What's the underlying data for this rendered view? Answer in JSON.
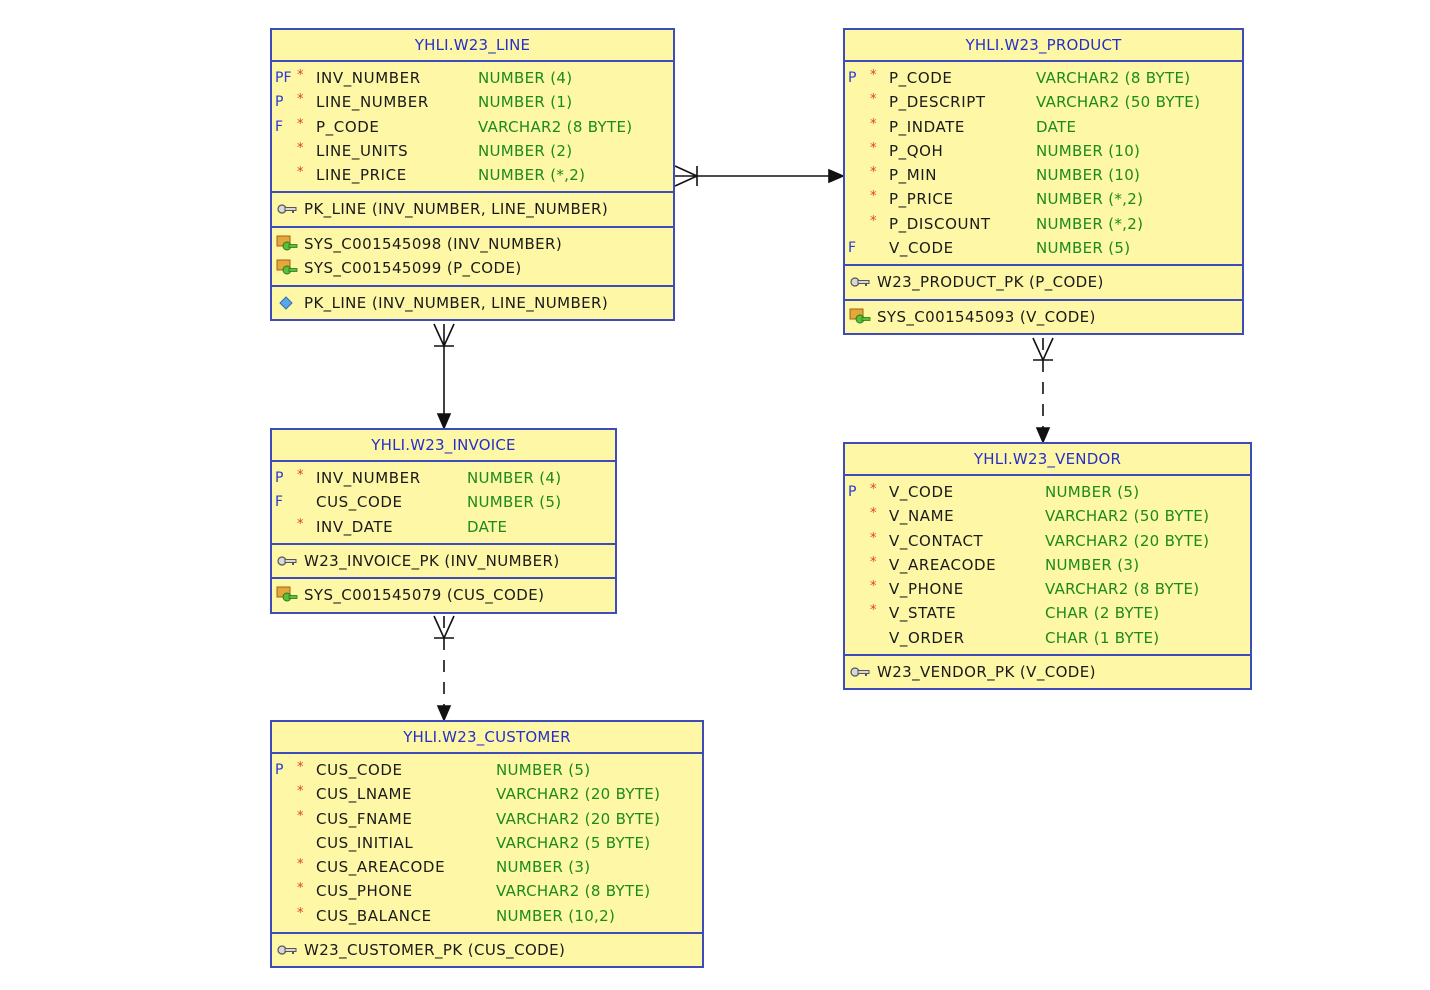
{
  "tables": {
    "line": {
      "title": "YHLI.W23_LINE",
      "columns": [
        {
          "key": "PF",
          "mandatory": "*",
          "name": "INV_NUMBER",
          "type": "NUMBER (4)"
        },
        {
          "key": "P",
          "mandatory": "*",
          "name": "LINE_NUMBER",
          "type": "NUMBER (1)"
        },
        {
          "key": "F",
          "mandatory": "*",
          "name": "P_CODE",
          "type": "VARCHAR2 (8 BYTE)"
        },
        {
          "key": "",
          "mandatory": "*",
          "name": "LINE_UNITS",
          "type": "NUMBER (2)"
        },
        {
          "key": "",
          "mandatory": "*",
          "name": "LINE_PRICE",
          "type": "NUMBER (*,2)"
        }
      ],
      "primary_key": "PK_LINE (INV_NUMBER, LINE_NUMBER)",
      "foreign_keys": [
        "SYS_C001545098 (INV_NUMBER)",
        "SYS_C001545099 (P_CODE)"
      ],
      "unique_key": "PK_LINE (INV_NUMBER, LINE_NUMBER)"
    },
    "product": {
      "title": "YHLI.W23_PRODUCT",
      "columns": [
        {
          "key": "P",
          "mandatory": "*",
          "name": "P_CODE",
          "type": "VARCHAR2 (8 BYTE)"
        },
        {
          "key": "",
          "mandatory": "*",
          "name": "P_DESCRIPT",
          "type": "VARCHAR2 (50 BYTE)"
        },
        {
          "key": "",
          "mandatory": "*",
          "name": "P_INDATE",
          "type": "DATE"
        },
        {
          "key": "",
          "mandatory": "*",
          "name": "P_QOH",
          "type": "NUMBER (10)"
        },
        {
          "key": "",
          "mandatory": "*",
          "name": "P_MIN",
          "type": "NUMBER (10)"
        },
        {
          "key": "",
          "mandatory": "*",
          "name": "P_PRICE",
          "type": "NUMBER (*,2)"
        },
        {
          "key": "",
          "mandatory": "*",
          "name": "P_DISCOUNT",
          "type": "NUMBER (*,2)"
        },
        {
          "key": "F",
          "mandatory": "",
          "name": "V_CODE",
          "type": "NUMBER (5)"
        }
      ],
      "primary_key": "W23_PRODUCT_PK (P_CODE)",
      "foreign_keys": [
        "SYS_C001545093 (V_CODE)"
      ]
    },
    "invoice": {
      "title": "YHLI.W23_INVOICE",
      "columns": [
        {
          "key": "P",
          "mandatory": "*",
          "name": "INV_NUMBER",
          "type": "NUMBER (4)"
        },
        {
          "key": "F",
          "mandatory": "",
          "name": "CUS_CODE",
          "type": "NUMBER (5)"
        },
        {
          "key": "",
          "mandatory": "*",
          "name": "INV_DATE",
          "type": "DATE"
        }
      ],
      "primary_key": "W23_INVOICE_PK (INV_NUMBER)",
      "foreign_keys": [
        "SYS_C001545079 (CUS_CODE)"
      ]
    },
    "vendor": {
      "title": "YHLI.W23_VENDOR",
      "columns": [
        {
          "key": "P",
          "mandatory": "*",
          "name": "V_CODE",
          "type": "NUMBER (5)"
        },
        {
          "key": "",
          "mandatory": "*",
          "name": "V_NAME",
          "type": "VARCHAR2 (50 BYTE)"
        },
        {
          "key": "",
          "mandatory": "*",
          "name": "V_CONTACT",
          "type": "VARCHAR2 (20 BYTE)"
        },
        {
          "key": "",
          "mandatory": "*",
          "name": "V_AREACODE",
          "type": "NUMBER (3)"
        },
        {
          "key": "",
          "mandatory": "*",
          "name": "V_PHONE",
          "type": "VARCHAR2 (8 BYTE)"
        },
        {
          "key": "",
          "mandatory": "*",
          "name": "V_STATE",
          "type": "CHAR (2 BYTE)"
        },
        {
          "key": "",
          "mandatory": "",
          "name": "V_ORDER",
          "type": "CHAR (1 BYTE)"
        }
      ],
      "primary_key": "W23_VENDOR_PK (V_CODE)"
    },
    "customer": {
      "title": "YHLI.W23_CUSTOMER",
      "columns": [
        {
          "key": "P",
          "mandatory": "*",
          "name": "CUS_CODE",
          "type": "NUMBER (5)"
        },
        {
          "key": "",
          "mandatory": "*",
          "name": "CUS_LNAME",
          "type": "VARCHAR2 (20 BYTE)"
        },
        {
          "key": "",
          "mandatory": "*",
          "name": "CUS_FNAME",
          "type": "VARCHAR2 (20 BYTE)"
        },
        {
          "key": "",
          "mandatory": "",
          "name": "CUS_INITIAL",
          "type": "VARCHAR2 (5 BYTE)"
        },
        {
          "key": "",
          "mandatory": "*",
          "name": "CUS_AREACODE",
          "type": "NUMBER (3)"
        },
        {
          "key": "",
          "mandatory": "*",
          "name": "CUS_PHONE",
          "type": "VARCHAR2 (8 BYTE)"
        },
        {
          "key": "",
          "mandatory": "*",
          "name": "CUS_BALANCE",
          "type": "NUMBER (10,2)"
        }
      ],
      "primary_key": "W23_CUSTOMER_PK (CUS_CODE)"
    }
  },
  "relationships": [
    {
      "from": "line",
      "to": "product",
      "style": "solid"
    },
    {
      "from": "line",
      "to": "invoice",
      "style": "solid"
    },
    {
      "from": "product",
      "to": "vendor",
      "style": "dashed"
    },
    {
      "from": "invoice",
      "to": "customer",
      "style": "dashed"
    }
  ],
  "icons": {
    "primary_key": "key-icon",
    "foreign_key": "foreign-key-icon",
    "unique_key": "diamond-icon"
  },
  "colors": {
    "table_fill": "#fdf7a6",
    "table_border": "#3d4cb8",
    "title_text": "#2630c9",
    "key_marker": "#2a39d6",
    "mandatory_marker": "#e23b2a",
    "type_text": "#1c8a1c"
  }
}
